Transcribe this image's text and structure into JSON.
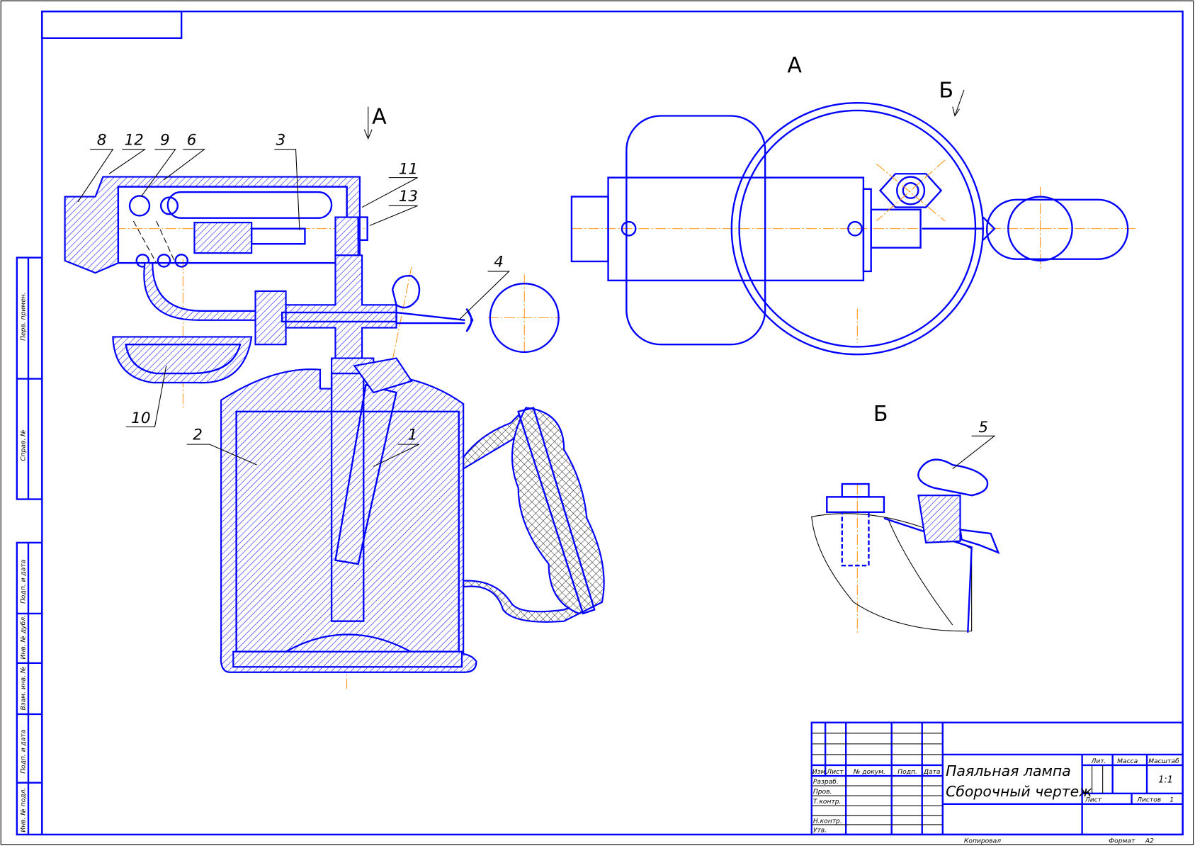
{
  "views": {
    "view_a_arrow": "А",
    "view_a_title": "А",
    "view_b_arrow": "Б",
    "view_b_title": "Б"
  },
  "part_labels": [
    "8",
    "12",
    "9",
    "6",
    "3",
    "11",
    "13",
    "4",
    "10",
    "2",
    "1",
    "5"
  ],
  "side_stamps": [
    "Перв. примен.",
    "Справ. №",
    "Подп. и дата",
    "Инв. № дубл.",
    "Взам. инв. №",
    "Подп. и дата",
    "Инв. № подл."
  ],
  "title_block": {
    "title_line1": "Паяльная лампа",
    "title_line2": "Сборочный чертеж",
    "headers": [
      "Изм.",
      "Лист",
      "№ докум.",
      "Подп.",
      "Дата"
    ],
    "roles": [
      "Разраб.",
      "Пров.",
      "Т.контр.",
      "",
      "Н.контр.",
      "Утв."
    ],
    "lit_label": "Лит.",
    "mass_label": "Масса",
    "scale_label": "Масштаб",
    "scale_value": "1:1",
    "sheet_label": "Лист",
    "sheets_label": "Листов",
    "sheets_value": "1",
    "copied_label": "Копировал",
    "format_label": "Формат",
    "format_value": "A2"
  }
}
